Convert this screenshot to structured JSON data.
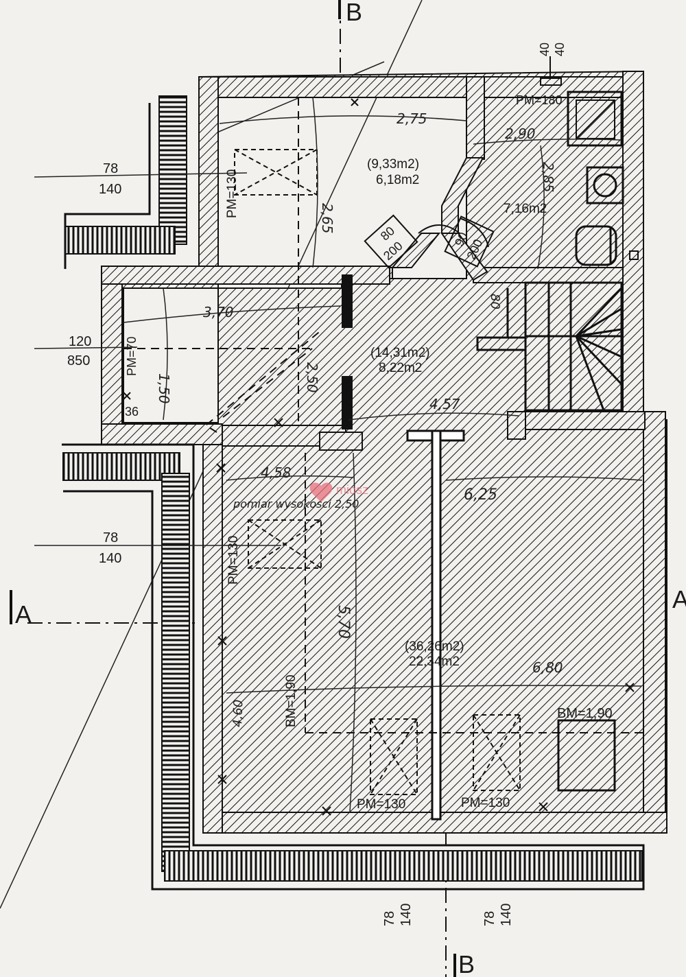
{
  "plan": {
    "section_markers": {
      "top_b": "B",
      "bottom_b": "B",
      "left_a": "A",
      "right_a": "A"
    },
    "rooms": [
      {
        "id": "room-top-left",
        "gross_area": "(9,33m2)",
        "net_area": "6,18m2"
      },
      {
        "id": "bathroom",
        "net_area": "7,16m2"
      },
      {
        "id": "hall",
        "gross_area": "(14,31m2)",
        "net_area": "8,22m2"
      },
      {
        "id": "main-attic",
        "gross_area": "(36,26m2)",
        "net_area": "22,34m2"
      }
    ],
    "annotations": {
      "pm_130_a": "PM=130",
      "pm_180": "PM=180",
      "pm_70": "PM=70",
      "pm_130_b": "PM=130",
      "pm_130_c": "PM=130",
      "pm_130_d": "PM=130",
      "bm_190_a": "BM=1,90",
      "bm_190_b": "BM=1,90"
    },
    "window_sizes": {
      "left_top_w": "78",
      "left_top_h": "140",
      "left_mid_w": "120",
      "left_mid_h": "850",
      "left_bot_w": "78",
      "left_bot_h": "140",
      "bottom_a_w": "78",
      "bottom_a_h": "140",
      "bottom_b_w": "78",
      "bottom_b_h": "140",
      "top_right_w": "40",
      "top_right_h": "40"
    },
    "door_sizes": {
      "door_a_w": "80",
      "door_a_h": "200",
      "door_b_w": "90",
      "door_b_h": "200"
    },
    "dimensions": {
      "d_275": "2,75",
      "d_290": "2,90",
      "d_285": "2,85",
      "d_265": "2,65",
      "d_370": "3,70",
      "d_150": "1,50",
      "d_250": "2,50",
      "d_36": "36",
      "d_80": "80",
      "d_457": "4,57",
      "d_458": "4,58",
      "d_625": "6,25",
      "d_570": "5,70",
      "d_460": "4,60",
      "d_680": "6,80"
    },
    "handwritten_note": "pomiar wysokosci 2,50",
    "watermark": "miosz",
    "watermark_color": "#e8707d"
  }
}
